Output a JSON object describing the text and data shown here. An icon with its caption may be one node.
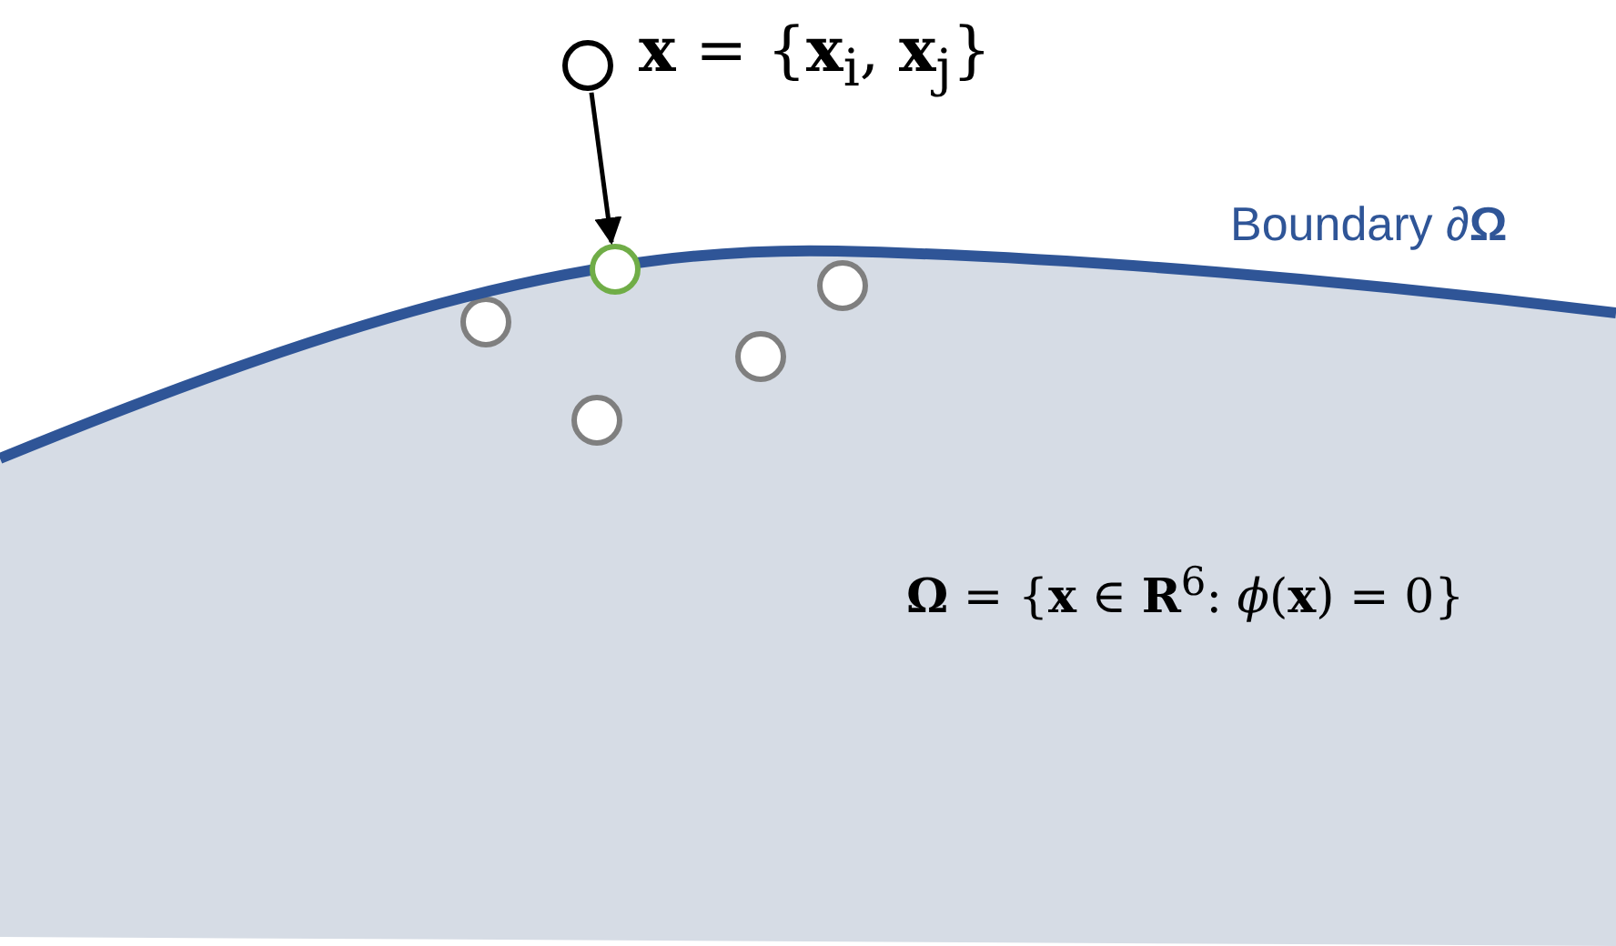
{
  "diagram": {
    "nodes": [
      {
        "text": [
          "**Ω** = {**x** ∈ **R**$^{6}$: *ϕ*(**x**) = 0}"
        ]
      },
      {
        "text": [],
        "shape": "circle",
        "beside": [
          "**x** = {**x**$_{i}$, **x**$_{j}$}"
        ]
      },
      {
        "text": [],
        "shape": "circle"
      },
      {
        "text": [],
        "shape": "circle",
        "in": 0
      },
      {
        "text": [],
        "shape": "circle",
        "in": 0
      },
      {
        "text": [],
        "shape": "circle",
        "in": 0
      },
      {
        "text": [],
        "shape": "circle",
        "in": 0
      }
    ],
    "edges": [
      {
        "from": 1,
        "to": 2,
        "arrow": "to"
      }
    ],
    "labels": [
      "Boundary ∂**Ω**"
    ]
  }
}
